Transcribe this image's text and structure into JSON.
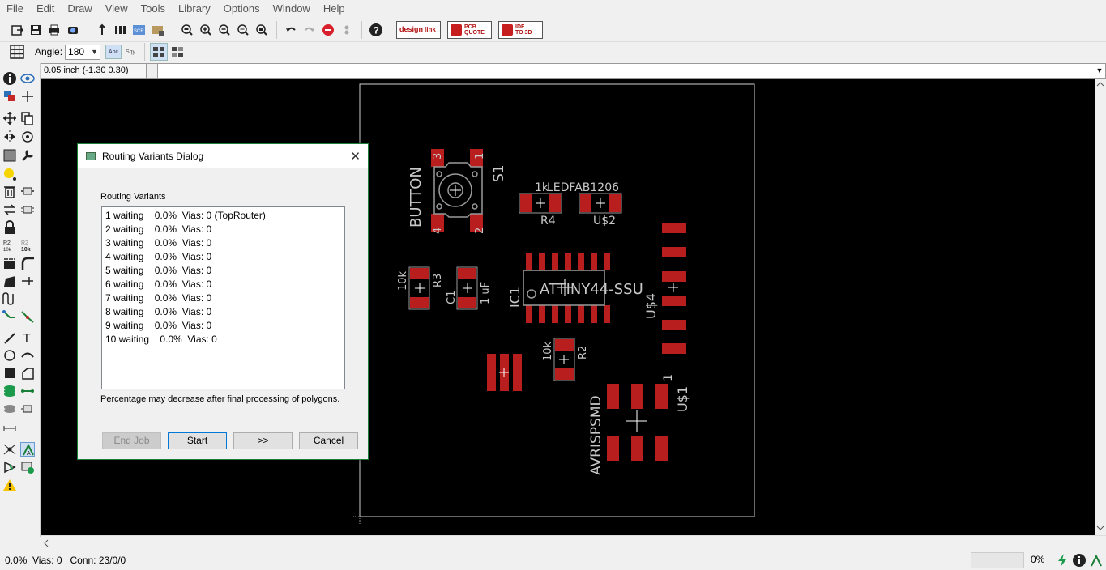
{
  "menu": [
    "File",
    "Edit",
    "Draw",
    "View",
    "Tools",
    "Library",
    "Options",
    "Window",
    "Help"
  ],
  "toolbar": {
    "brand_buttons": [
      {
        "top": "design",
        "bottom": "link"
      },
      {
        "top": "PCB",
        "bottom": "QUOTE"
      },
      {
        "top": "IDF",
        "bottom": "TO 3D"
      }
    ]
  },
  "toolbar2": {
    "angle_label": "Angle:",
    "angle_value": "180",
    "abc_label": "Abc",
    "sqy_label": "Sqy"
  },
  "cmdbar": {
    "coordinate": "0.05 inch (-1.30 0.30)"
  },
  "board": {
    "labels": {
      "button": "BUTTON",
      "s1": "S1",
      "pin3": "3",
      "pin1": "1",
      "pin4": "4",
      "pin2": "2",
      "ledfab": "LEDFAB1206",
      "one_k": "1k",
      "r4": "R4",
      "us2": "U$2",
      "tenk_r3": "10k",
      "r3": "R3",
      "c1": "C1",
      "one_uf": "1 uF",
      "ic1": "IC1",
      "attiny": "ATTINY44-SSU",
      "us4": "U$4",
      "tenk_r2": "10k",
      "r2": "R2",
      "avrispsmd": "AVRISPSMD",
      "one": "1",
      "us1": "U$1"
    }
  },
  "dialog": {
    "title": "Routing Variants Dialog",
    "list_label": "Routing Variants",
    "variants": [
      "1 waiting    0.0%  Vias: 0 (TopRouter)",
      "2 waiting    0.0%  Vias: 0",
      "3 waiting    0.0%  Vias: 0",
      "4 waiting    0.0%  Vias: 0",
      "5 waiting    0.0%  Vias: 0",
      "6 waiting    0.0%  Vias: 0",
      "7 waiting    0.0%  Vias: 0",
      "8 waiting    0.0%  Vias: 0",
      "9 waiting    0.0%  Vias: 0",
      "10 waiting    0.0%  Vias: 0"
    ],
    "note": "Percentage may decrease after final processing of polygons.",
    "buttons": {
      "end_job": "End Job",
      "start": "Start",
      "next": ">>",
      "cancel": "Cancel"
    }
  },
  "status": {
    "text": "0.0%  Vias: 0   Conn: 23/0/0",
    "percent": "0%"
  }
}
